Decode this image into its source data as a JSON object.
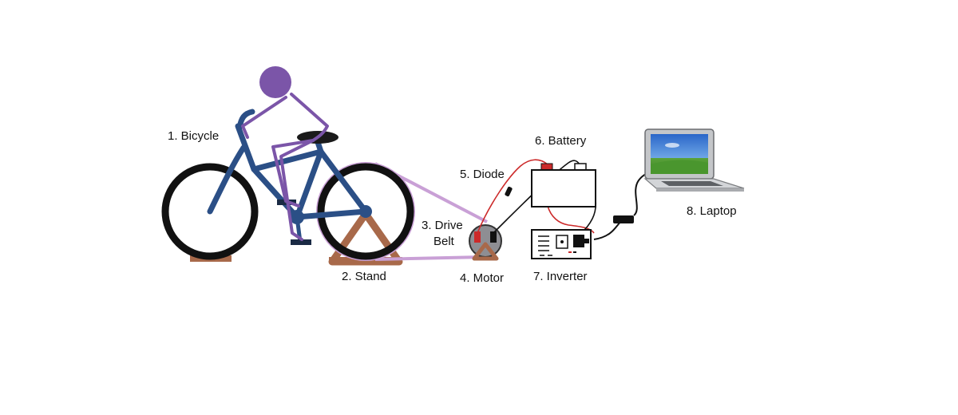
{
  "labels": {
    "bicycle": "1. Bicycle",
    "stand": "2. Stand",
    "drive_belt_line1": "3. Drive",
    "drive_belt_line2": "Belt",
    "motor": "4. Motor",
    "diode": "5. Diode",
    "battery": "6. Battery",
    "inverter": "7. Inverter",
    "laptop": "8. Laptop"
  },
  "colors": {
    "rider": "#7b55a8",
    "frame": "#2b4f86",
    "tire": "#111111",
    "belt": "#c9a0d6",
    "stand": "#a8694a",
    "wire_red": "#cc2a2a",
    "wire_black": "#111111"
  }
}
